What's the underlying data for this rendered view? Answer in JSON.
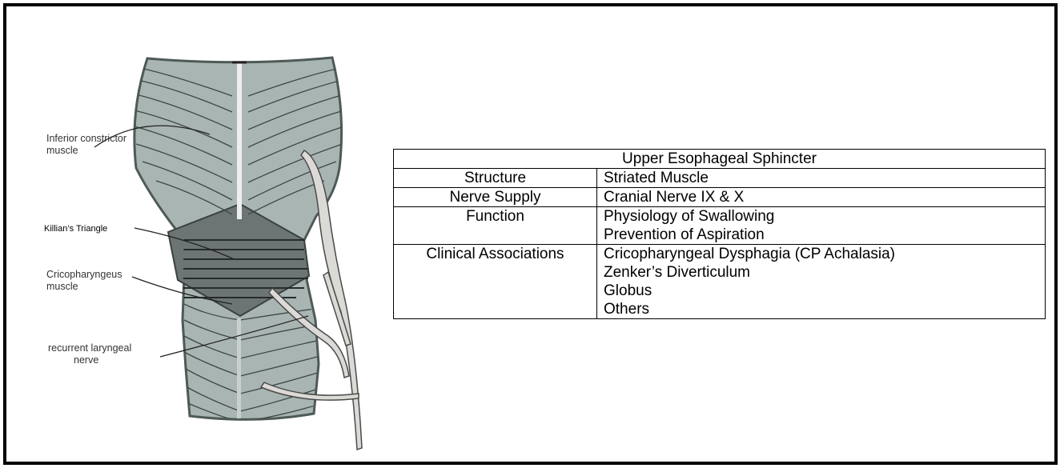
{
  "labels": {
    "inferior_constrictor": "Inferior constrictor muscle",
    "killians_triangle": "Killian’s Triangle",
    "cricopharyngeus": "Cricopharyngeus muscle",
    "recurrent_laryngeal_line1": "recurrent laryngeal",
    "recurrent_laryngeal_line2": "nerve"
  },
  "table": {
    "title": "Upper Esophageal Sphincter",
    "rows": [
      {
        "key": "Structure",
        "values": [
          "Striated Muscle"
        ]
      },
      {
        "key": "Nerve Supply",
        "values": [
          "Cranial Nerve IX & X"
        ]
      },
      {
        "key": "Function",
        "values": [
          "Physiology of Swallowing",
          "Prevention of Aspiration"
        ]
      },
      {
        "key": "Clinical Associations",
        "values": [
          "Cricopharyngeal Dysphagia (CP Achalasia)",
          "Zenker’s Diverticulum",
          "Globus",
          "Others"
        ]
      }
    ]
  },
  "colors": {
    "muscle": "#a9b5b3",
    "outline": "#4e5a58",
    "nerve": "#dcdad6",
    "frame": "#000000"
  }
}
